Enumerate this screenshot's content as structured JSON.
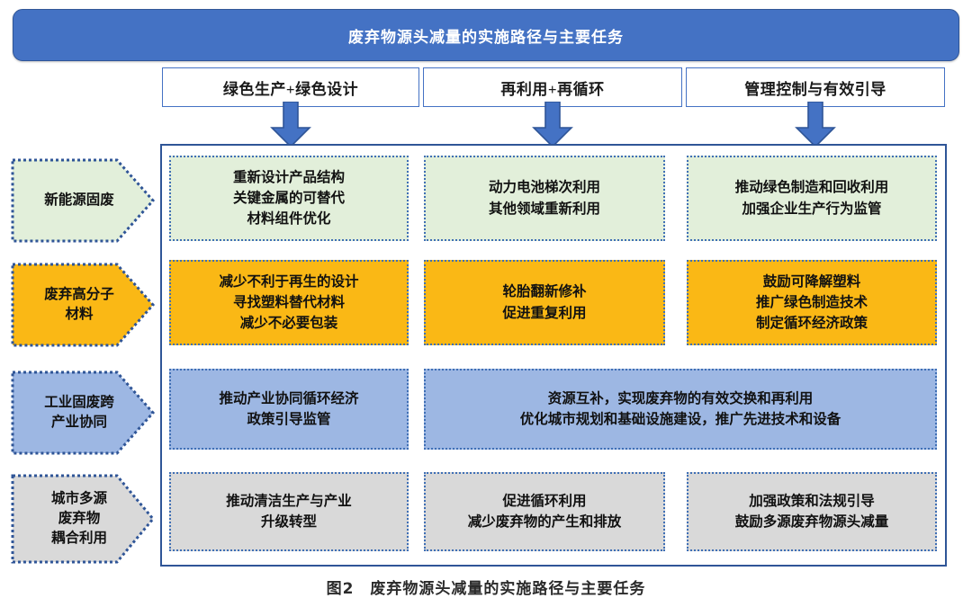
{
  "title": {
    "text": "废弃物源头减量的实施路径与主要任务"
  },
  "colors": {
    "banner_fill": "#4472C4",
    "banner_border": "#2F5597",
    "container_border": "#2F5597",
    "cell_border": "#3F6FB5",
    "row_green": "#E2EFDA",
    "row_orange": "#FAB815",
    "row_blue": "#9DB7E3",
    "row_gray": "#D9D9D9"
  },
  "columns": [
    {
      "label": "绿色生产+绿色设计"
    },
    {
      "label": "再利用+再循环"
    },
    {
      "label": "管理控制与有效引导"
    }
  ],
  "arrows": [
    {
      "name": "down-arrow-green-production"
    },
    {
      "name": "down-arrow-reuse-recycle"
    },
    {
      "name": "down-arrow-management-control"
    }
  ],
  "rows": [
    {
      "label": "新能源固废",
      "fill": "green",
      "cells": [
        {
          "span": 1,
          "lines": [
            "重新设计产品结构",
            "关键金属的可替代",
            "材料组件优化"
          ]
        },
        {
          "span": 1,
          "lines": [
            "动力电池梯次利用",
            "其他领域重新利用"
          ]
        },
        {
          "span": 1,
          "lines": [
            "推动绿色制造和回收利用",
            "加强企业生产行为监管"
          ]
        }
      ]
    },
    {
      "label": "废弃高分子\n材料",
      "fill": "orange",
      "cells": [
        {
          "span": 1,
          "lines": [
            "减少不利于再生的设计",
            "寻找塑料替代材料",
            "减少不必要包装"
          ]
        },
        {
          "span": 1,
          "lines": [
            "轮胎翻新修补",
            "促进重复利用"
          ]
        },
        {
          "span": 1,
          "lines": [
            "鼓励可降解塑料",
            "推广绿色制造技术",
            "制定循环经济政策"
          ]
        }
      ]
    },
    {
      "label": "工业固废跨\n产业协同",
      "fill": "blue",
      "cells": [
        {
          "span": 1,
          "lines": [
            "推动产业协同循环经济",
            "政策引导监管"
          ]
        },
        {
          "span": 2,
          "lines": [
            "资源互补，实现废弃物的有效交换和再利用",
            "优化城市规划和基础设施建设，推广先进技术和设备"
          ]
        }
      ]
    },
    {
      "label": "城市多源\n废弃物\n耦合利用",
      "fill": "gray",
      "cells": [
        {
          "span": 1,
          "lines": [
            "推动清洁生产与产业",
            "升级转型"
          ]
        },
        {
          "span": 1,
          "lines": [
            "促进循环利用",
            "减少废弃物的产生和排放"
          ]
        },
        {
          "span": 1,
          "lines": [
            "加强政策和法规引导",
            "鼓励多源废弃物源头减量"
          ]
        }
      ]
    }
  ],
  "caption": {
    "text": "图2　废弃物源头减量的实施路径与主要任务"
  }
}
